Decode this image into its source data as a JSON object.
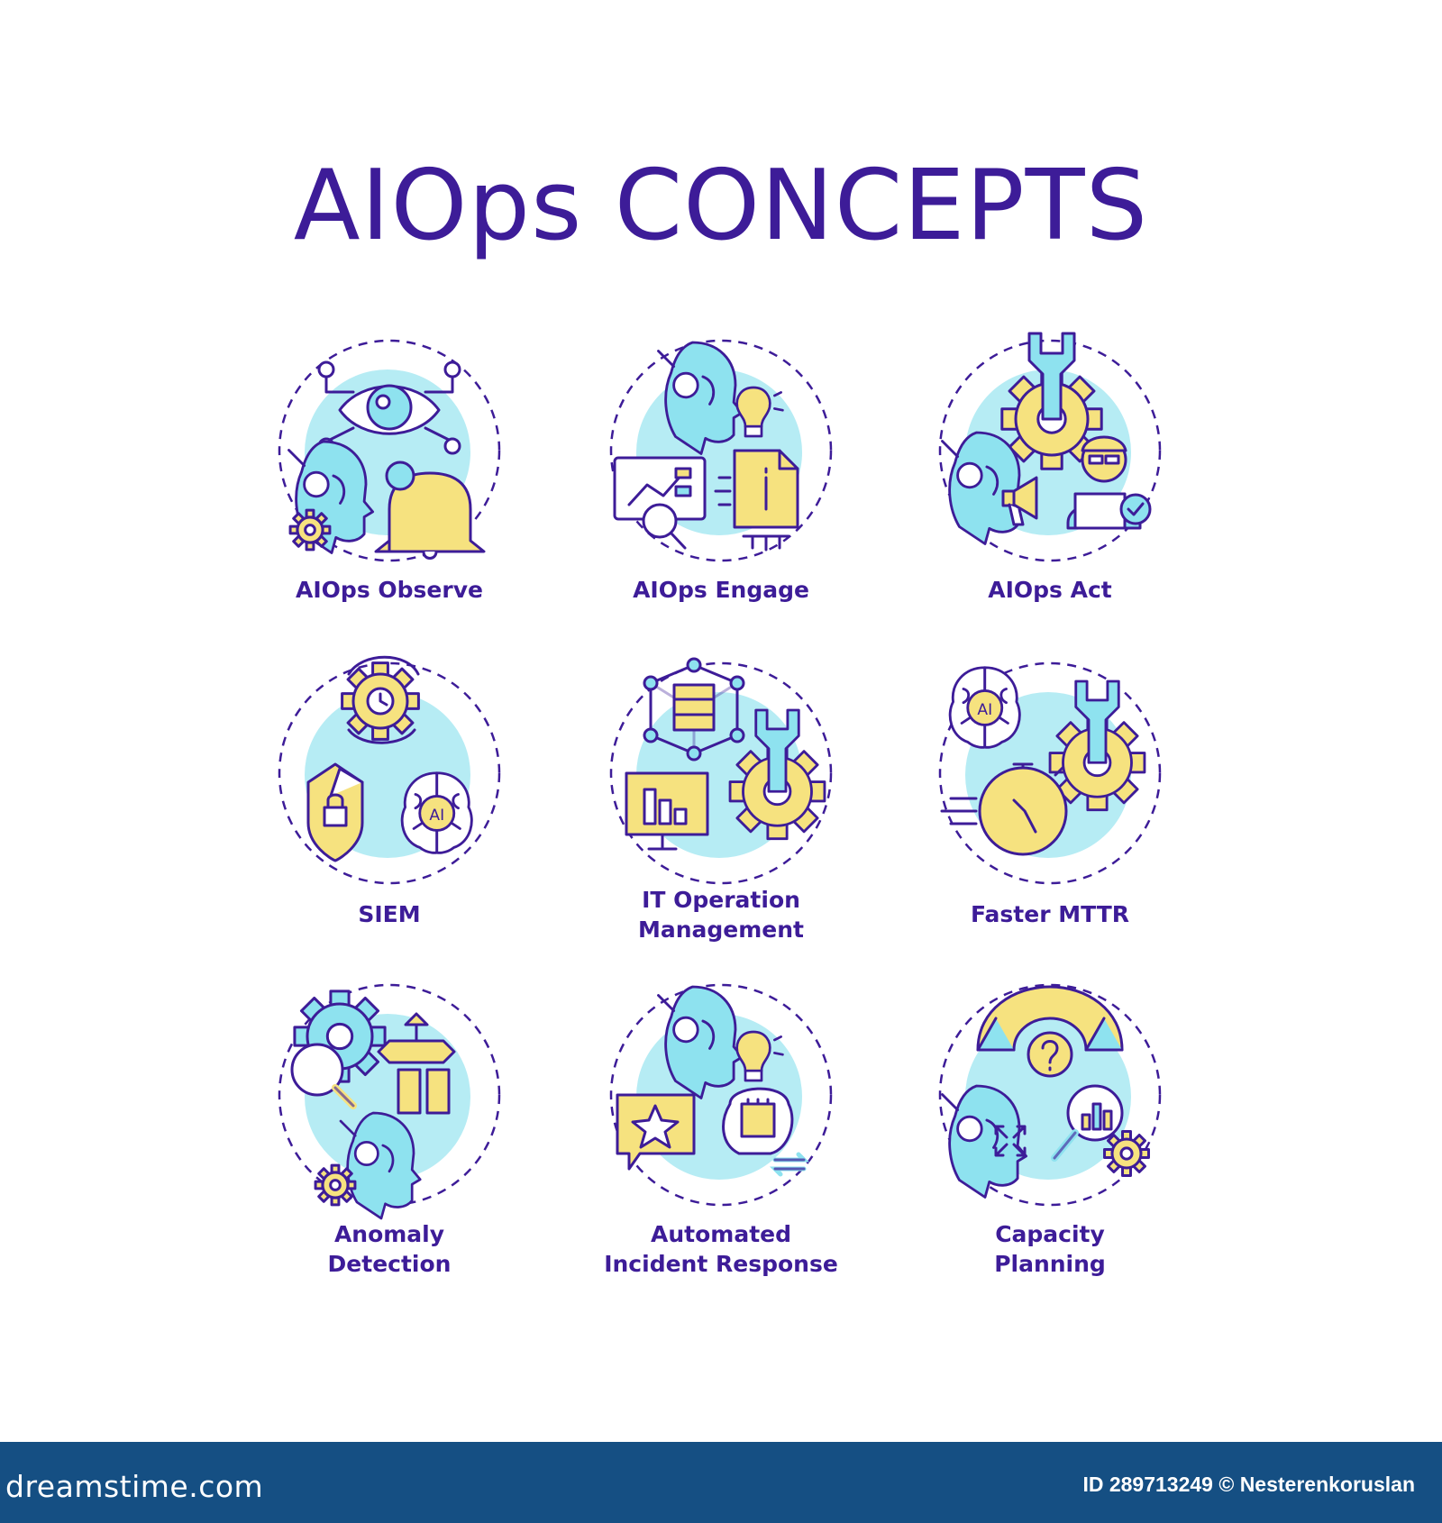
{
  "title": "AIOps CONCEPTS",
  "colors": {
    "title": "#3d1c98",
    "outline": "#3d1c98",
    "blue_fill": "#b6ecf4",
    "icon_blue": "#8ee2ef",
    "icon_yellow": "#f6e27f",
    "footer": "#154f83"
  },
  "concepts": [
    {
      "lines": [
        "AIOps Observe"
      ],
      "icons": [
        "eye-icon",
        "robot-head-icon",
        "bell-icon",
        "gear-icon"
      ]
    },
    {
      "lines": [
        "AIOps Engage"
      ],
      "icons": [
        "robot-head-icon",
        "lightbulb-icon",
        "dashboard-icon",
        "document-icon"
      ]
    },
    {
      "lines": [
        "AIOps Act"
      ],
      "icons": [
        "wrench-gear-icon",
        "robot-head-icon",
        "megaphone-icon",
        "user-laptop-icon"
      ]
    },
    {
      "lines": [
        "SIEM"
      ],
      "icons": [
        "clock-gear-icon",
        "shield-lock-icon",
        "ai-brain-icon"
      ]
    },
    {
      "lines": [
        "IT Operation",
        "Management"
      ],
      "icons": [
        "server-network-icon",
        "wrench-gear-icon",
        "monitor-chart-icon"
      ]
    },
    {
      "lines": [
        "Faster MTTR"
      ],
      "icons": [
        "ai-brain-icon",
        "wrench-gear-icon",
        "stopwatch-icon"
      ]
    },
    {
      "lines": [
        "Anomaly",
        "Detection"
      ],
      "icons": [
        "search-gear-icon",
        "direction-arrows-icon",
        "binoculars-icon",
        "robot-head-icon"
      ]
    },
    {
      "lines": [
        "Automated",
        "Incident Response"
      ],
      "icons": [
        "robot-head-icon",
        "lightbulb-icon",
        "star-chat-icon",
        "chip-brain-icon"
      ]
    },
    {
      "lines": [
        "Capacity",
        "Planning"
      ],
      "icons": [
        "gauge-question-icon",
        "robot-head-icon",
        "expand-arrows-icon",
        "search-chart-icon"
      ]
    }
  ],
  "footer": {
    "brand": "dreamstime.com",
    "credit": "ID 289713249 © Nesterenkoruslan"
  }
}
